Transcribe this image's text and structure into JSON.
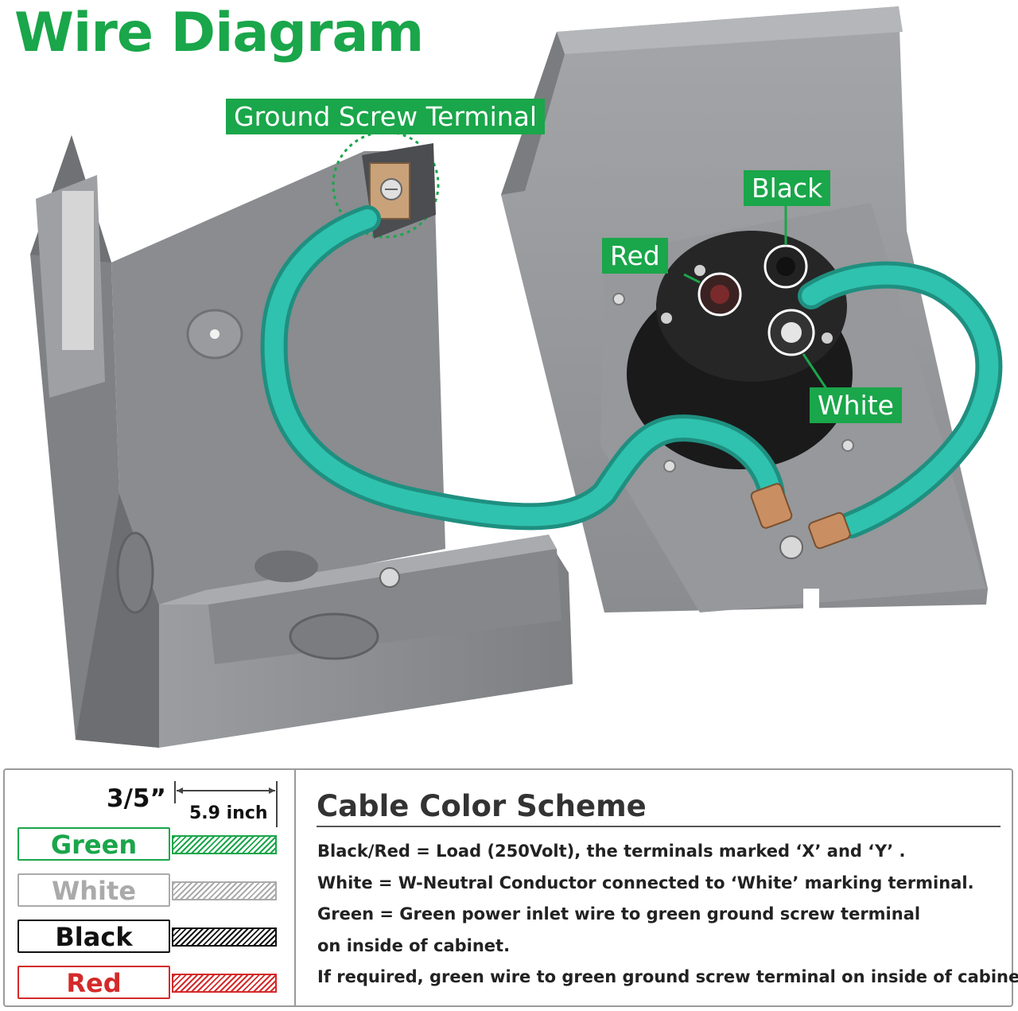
{
  "title": "Wire Diagram",
  "callouts": {
    "ground_screw_terminal": "Ground Screw Terminal",
    "black": "Black",
    "red": "Red",
    "white": "White"
  },
  "wire_size": {
    "fraction": "3/5”",
    "length": "5.9 inch"
  },
  "legend": [
    {
      "label": "Green",
      "color": "#1aa64a"
    },
    {
      "label": "White",
      "color": "#aaaaaa"
    },
    {
      "label": "Black",
      "color": "#111111"
    },
    {
      "label": "Red",
      "color": "#d42a2a"
    }
  ],
  "cable_color_scheme": {
    "title": "Cable Color Scheme",
    "lines": [
      "Black/Red = Load (250Volt), the terminals marked ‘X’ and ‘Y’ .",
      "White = W-Neutral Conductor connected to ‘White’ marking terminal.",
      "Green = Green power inlet wire to green ground screw terminal",
      "on inside of cabinet.",
      "If required, green wire to green ground screw terminal on inside of cabinet."
    ]
  },
  "colors": {
    "accent_green": "#1aa64a",
    "wire_teal": "#2bb5a3",
    "enclosure_gray": "#8e9093"
  }
}
